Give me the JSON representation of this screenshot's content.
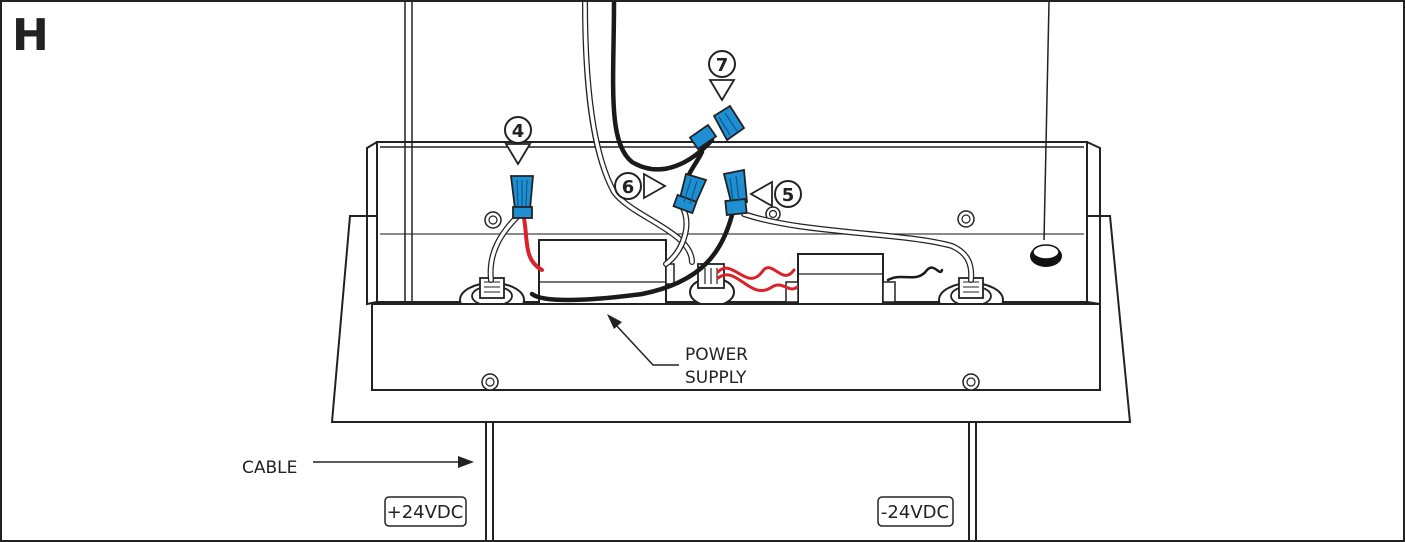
{
  "panel_letter": "H",
  "callouts": {
    "c4": "4",
    "c5": "5",
    "c6": "6",
    "c7": "7"
  },
  "labels": {
    "power_supply_line1": "POWER",
    "power_supply_line2": "SUPPLY",
    "cable": "CABLE",
    "plus_voltage": "+24VDC",
    "minus_voltage": "-24VDC"
  },
  "colors": {
    "line": "#222222",
    "wire_nut_blue": "#1e8fd2",
    "red_wire": "#d9232b",
    "black_wire": "#1a1a1a",
    "gray_fill": "#e6e6e6"
  }
}
